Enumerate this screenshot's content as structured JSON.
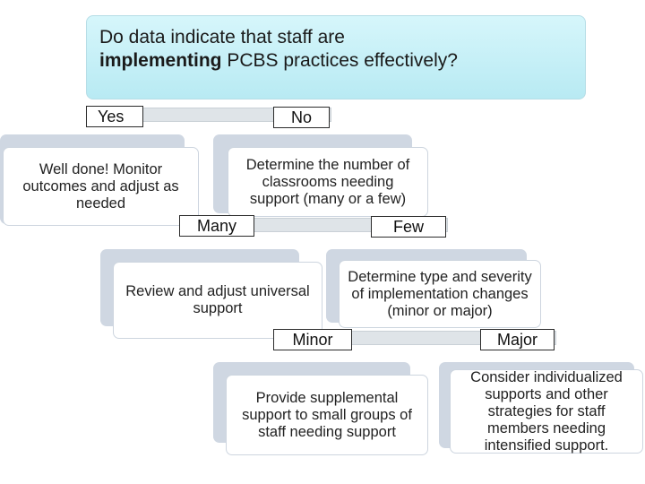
{
  "question": {
    "prefix": "Do data indicate that staff are",
    "bold": "implementing",
    "suffix": "PCBS practices effectively?"
  },
  "labels": {
    "yes": "Yes",
    "no": "No",
    "many": "Many",
    "few": "Few",
    "minor": "Minor",
    "major": "Major"
  },
  "boxes": {
    "well_done": "Well done! Monitor outcomes and adjust as needed",
    "determine_number": "Determine the number of classrooms needing support (many or a few)",
    "review_adjust": "Review and adjust universal support",
    "determine_type": "Determine type and severity of implementation changes (minor or major)",
    "supplemental": "Provide supplemental support to small groups of staff needing support",
    "individualized": "Consider individualized supports and other strategies for staff members needing intensified support."
  }
}
